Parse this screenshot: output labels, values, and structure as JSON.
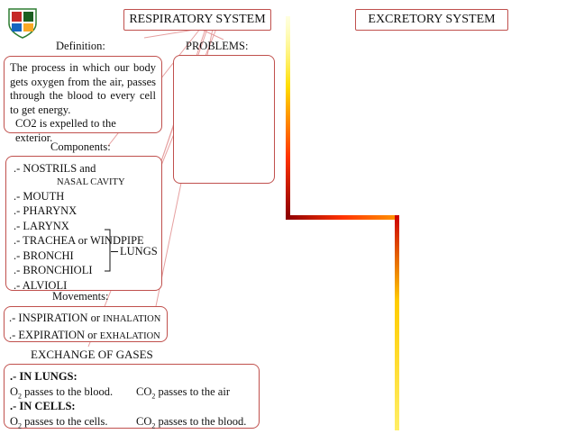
{
  "header": {
    "respiratory_title": "RESPIRATORY SYSTEM",
    "excretory_title": "EXCRETORY SYSTEM"
  },
  "definition": {
    "label": "Definition:",
    "text": "The process in which our body gets oxygen from the air, passes through the blood to every cell to get energy.",
    "text2": "CO2 is expelled to the exterior."
  },
  "problems": {
    "label": "PROBLEMS:"
  },
  "components": {
    "label": "Components:",
    "items": [
      ".- NOSTRILS and",
      "NASAL CAVITY",
      ".- MOUTH",
      ".- PHARYNX",
      ".- LARYNX",
      ".- TRACHEA or WINDPIPE",
      ".- BRONCHI",
      ".- BRONCHIOLI",
      ".- ALVIOLI"
    ],
    "lungs_label": "LUNGS"
  },
  "movements": {
    "label": "Movements:",
    "line1_main": ".- INSPIRATION or ",
    "line1_small": "INHALATION",
    "line2_main": ".- EXPIRATION or ",
    "line2_small": "EXHALATION"
  },
  "exchange": {
    "label": "EXCHANGE OF GASES",
    "in_lungs": ".- IN LUNGS:",
    "lungs_o2_a": "O",
    "lungs_o2_sub": "2",
    "lungs_o2_b": " passes to the blood.",
    "lungs_co2_a": "CO",
    "lungs_co2_sub": "2",
    "lungs_co2_b": " passes to the air",
    "in_cells": ".- IN CELLS:",
    "cells_o2_a": "O",
    "cells_o2_sub": "2",
    "cells_o2_b": " passes to the cells.",
    "cells_co2_a": "CO",
    "cells_co2_sub": "2",
    "cells_co2_b": " passes to the blood."
  },
  "colors": {
    "border": "#c0504d",
    "connector": "#e6a0a0",
    "divider_top": "#ffff33",
    "divider_mid": "#ff3300",
    "divider_dark": "#8b0000"
  },
  "icons": {
    "logo": "school-crest-icon"
  }
}
